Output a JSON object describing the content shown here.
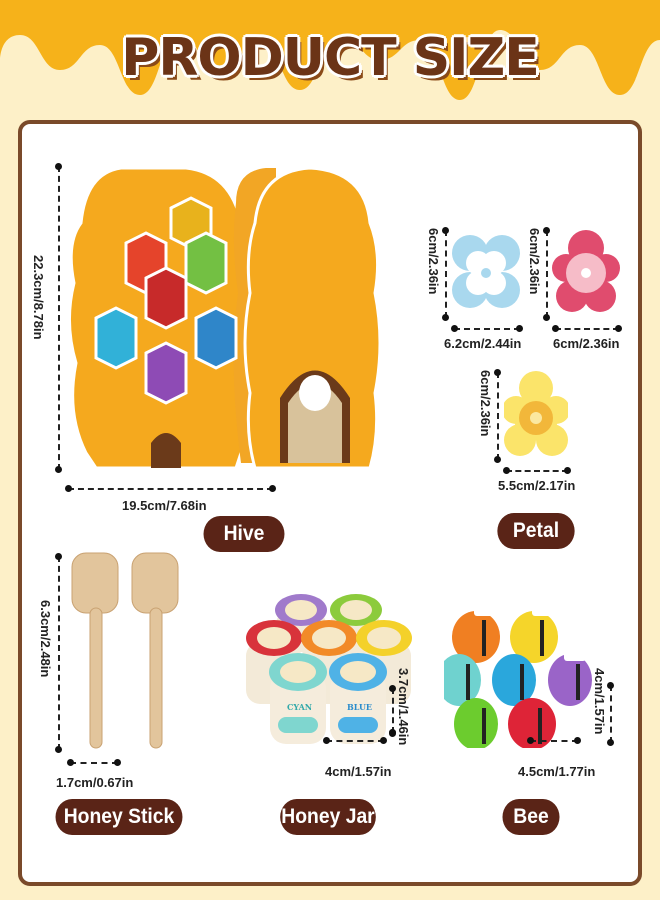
{
  "title": "PRODUCT SIZE",
  "colors": {
    "honey": "#f6b21a",
    "background": "#fdf0c8",
    "label_bg": "#5a2417",
    "title": "#6b3417"
  },
  "products": {
    "hive": {
      "label": "Hive",
      "height": "22.3cm/8.78in",
      "width": "19.5cm/7.68in"
    },
    "petal": {
      "label": "Petal",
      "blue": {
        "height": "6cm/2.36in",
        "width": "6.2cm/2.44in"
      },
      "pink": {
        "height": "6cm/2.36in",
        "width": "6cm/2.36in"
      },
      "yellow": {
        "height": "6cm/2.36in",
        "width": "5.5cm/2.17in"
      }
    },
    "honey_stick": {
      "label": "Honey Stick",
      "height": "6.3cm/2.48in",
      "width": "1.7cm/0.67in"
    },
    "honey_jar": {
      "label": "Honey Jar",
      "height": "3.7cm/1.46in",
      "width": "4cm/1.57in",
      "jar_labels": [
        "CYAN",
        "BLUE"
      ]
    },
    "bee": {
      "label": "Bee",
      "height": "4cm/1.57in",
      "width": "4.5cm/1.77in"
    }
  }
}
